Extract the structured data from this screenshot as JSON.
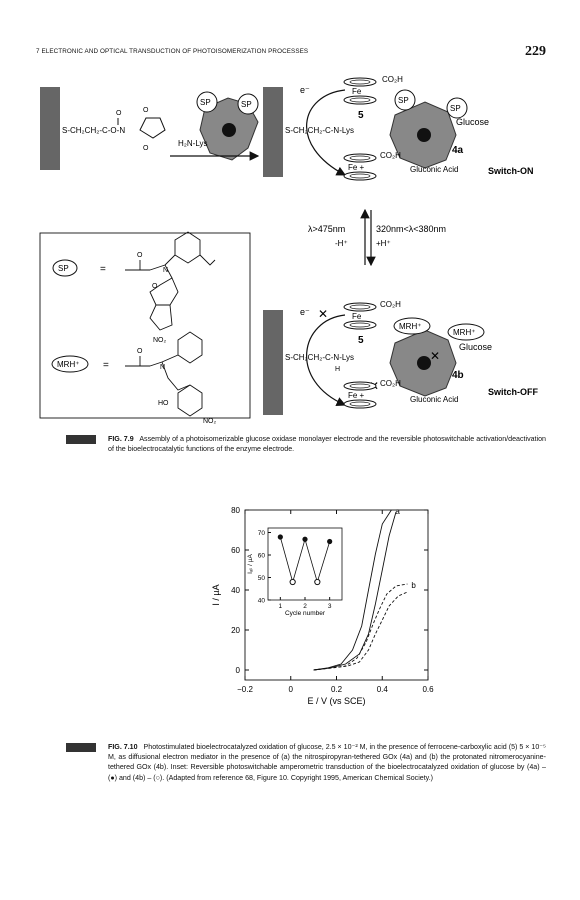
{
  "header": {
    "running_title": "7   ELECTRONIC AND OPTICAL TRANSDUCTION OF PHOTOISOMERIZATION PROCESSES",
    "page_number": "229"
  },
  "figure_7_9": {
    "caption_label": "FIG. 7.9",
    "caption_text": "Assembly of a photoisomerizable glucose oxidase monolayer electrode and the reversible photoswitchable activation/deactivation of the bioelectrocatalytic functions of the enzyme electrode.",
    "labels": {
      "linker_left": "S-CH₂CH₂-C-O-N",
      "linker_top": "S-CH₂CH₂-C-N-Lys",
      "linker_bottom": "S-CH₂CH₂-C-N-Lys",
      "h2n_lys": "H₂N-Lys",
      "sp": "SP",
      "mrh": "MRH⁺",
      "fe": "Fe",
      "fe_plus": "Fe +",
      "co2h": "CO₂H",
      "electron": "e⁻",
      "five": "5",
      "glucose": "Glucose",
      "gluconic_acid": "Gluconic Acid",
      "state_4a": "4a",
      "state_4b": "4b",
      "switch_on": "Switch-ON",
      "switch_off": "Switch-OFF",
      "lambda_vis": "λ>475nm",
      "minus_h": "-H⁺",
      "lambda_uv": "320nm<λ<380nm",
      "plus_h": "+H⁺",
      "equals": "=",
      "no2": "NO₂",
      "ho": "HO",
      "o_atom": "O",
      "n_atom": "N",
      "h_atom": "H"
    }
  },
  "figure_7_10": {
    "caption_label": "FIG. 7.10",
    "caption_text": "Photostimulated bioelectrocatalyzed oxidation of glucose, 2.5 × 10⁻² M, in the presence of ferrocene-carboxylic acid (5) 5 × 10⁻⁵ M, as diffusional electron mediator in the presence of (a) the nitrospiropyran-tethered GOx (4a) and (b) the protonated nitromerocyanine-tethered GOx (4b). Inset: Reversible photoswitchable amperometric transduction of the bioelectrocatalyzed oxidation of glucose by (4a) – (●) and (4b) – (○). (Adapted from reference 68, Figure 10. Copyright 1995, American Chemical Society.)"
  },
  "chart_data": [
    {
      "type": "line",
      "xlabel": "E / V (vs SCE)",
      "ylabel": "I / µA",
      "xlim": [
        -0.2,
        0.6
      ],
      "ylim": [
        -5,
        80
      ],
      "x_ticks": [
        -0.2,
        0,
        0.2,
        0.4,
        0.6
      ],
      "y_ticks": [
        0,
        20,
        40,
        60,
        80
      ],
      "grid": false,
      "series": [
        {
          "name": "a",
          "style": "solid",
          "x": [
            0.1,
            0.16,
            0.22,
            0.27,
            0.31,
            0.34,
            0.37,
            0.4,
            0.44
          ],
          "y": [
            0,
            1,
            3,
            10,
            22,
            40,
            58,
            73,
            80
          ]
        },
        {
          "name": "a",
          "style": "solid",
          "x": [
            0.1,
            0.17,
            0.24,
            0.3,
            0.34,
            0.37,
            0.4,
            0.43,
            0.46
          ],
          "y": [
            0,
            1,
            3,
            8,
            18,
            33,
            50,
            67,
            79
          ]
        },
        {
          "name": "b",
          "style": "dashed",
          "x": [
            0.1,
            0.17,
            0.24,
            0.29,
            0.33,
            0.36,
            0.39,
            0.42,
            0.46,
            0.51
          ],
          "y": [
            0,
            1,
            2,
            6,
            14,
            23,
            31,
            38,
            42,
            43
          ]
        },
        {
          "name": "b",
          "style": "dashed",
          "x": [
            0.1,
            0.18,
            0.25,
            0.3,
            0.34,
            0.37,
            0.4,
            0.43,
            0.47,
            0.51
          ],
          "y": [
            0,
            1,
            2,
            4,
            10,
            18,
            25,
            32,
            37,
            39
          ]
        }
      ]
    },
    {
      "type": "line",
      "xlabel": "Cycle number",
      "ylabel": "Iₐₜ / µA",
      "xlim": [
        0.5,
        3.5
      ],
      "ylim": [
        40,
        72
      ],
      "x_ticks": [
        1,
        2,
        3
      ],
      "y_ticks": [
        40,
        50,
        60,
        70
      ],
      "series": [
        {
          "name": "(4a)",
          "marker": "filled",
          "x": [
            1,
            2,
            3
          ],
          "y": [
            68,
            67,
            66
          ]
        },
        {
          "name": "(4b)",
          "marker": "open",
          "x": [
            1.5,
            2.5
          ],
          "y": [
            48,
            48
          ]
        }
      ]
    }
  ]
}
